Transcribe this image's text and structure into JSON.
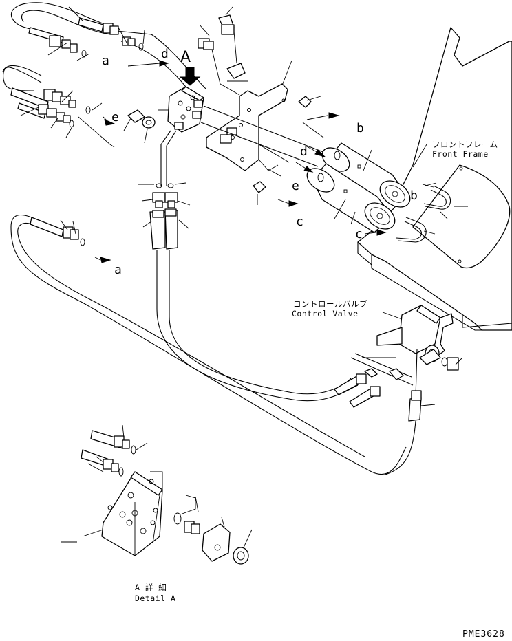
{
  "labels": {
    "view_marker": "A",
    "a_top": "a",
    "d_top": "d",
    "e_left": "e",
    "b_right": "b",
    "d_mid": "d",
    "e_mid": "e",
    "c_lower": "c",
    "b_frame": "b",
    "c_frame": "c",
    "a_lower": "a"
  },
  "front_frame": {
    "jp": "フロントフレーム",
    "en": "Front Frame"
  },
  "control_valve": {
    "jp": "コントロールバルブ",
    "en": "Control Valve"
  },
  "detail": {
    "jp": "A 詳 細",
    "en": "Detail A"
  },
  "drawing_code": "PME3628",
  "colors": {
    "ink": "#000000",
    "paper": "#ffffff"
  }
}
